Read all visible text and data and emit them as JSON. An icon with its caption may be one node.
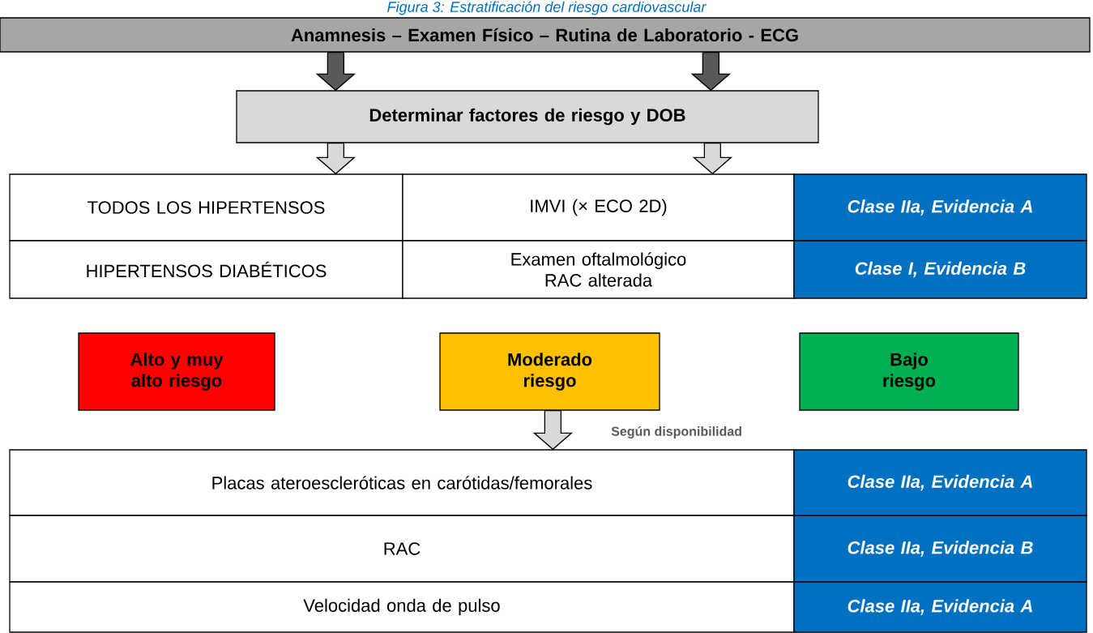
{
  "diagram": {
    "title": "Figura 3: Estratificación del riesgo cardiovascular",
    "nodes": [
      {
        "text": [
          "Anamnesis – Examen Físico – Rutina de Laboratorio - ECG"
        ]
      },
      {
        "text": [
          "Determinar factores de riesgo y DOB"
        ]
      },
      {
        "text": [
          "TODOS LOS HIPERTENSOS"
        ]
      },
      {
        "text": [
          "IMVI (× ECO 2D)"
        ]
      },
      {
        "text": [
          "Clase IIa, Evidencia A"
        ]
      },
      {
        "text": [
          "HIPERTENSOS DIABÉTICOS"
        ]
      },
      {
        "text": [
          "Examen oftalmológico RAC alterada"
        ]
      },
      {
        "text": [
          "Clase I, Evidencia B"
        ]
      },
      {
        "text": [
          "Alto y muy alto riesgo"
        ]
      },
      {
        "text": [
          "Moderado riesgo"
        ]
      },
      {
        "text": [
          "Bajo riesgo"
        ]
      },
      {
        "text": [
          "Placas ateroescleróticas en carótidas/femorales"
        ]
      },
      {
        "text": [
          "Clase IIa, Evidencia A"
        ]
      },
      {
        "text": [
          "RAC"
        ]
      },
      {
        "text": [
          "Clase IIa, Evidencia B"
        ]
      },
      {
        "text": [
          "Velocidad onda de pulso"
        ]
      },
      {
        "text": [
          "Clase IIa, Evidencia A"
        ]
      }
    ],
    "edges": [
      {
        "from": 0,
        "to": 1,
        "arrow": "to",
        "color": "#595959"
      },
      {
        "from": 0,
        "to": 1,
        "arrow": "to",
        "color": "#595959"
      },
      {
        "from": 1,
        "to": 2,
        "arrow": "to"
      },
      {
        "from": 1,
        "to": 3,
        "arrow": "to"
      },
      {
        "from": 9,
        "to": 11,
        "arrow": "to",
        "label": "Según disponibilidad"
      }
    ]
  }
}
